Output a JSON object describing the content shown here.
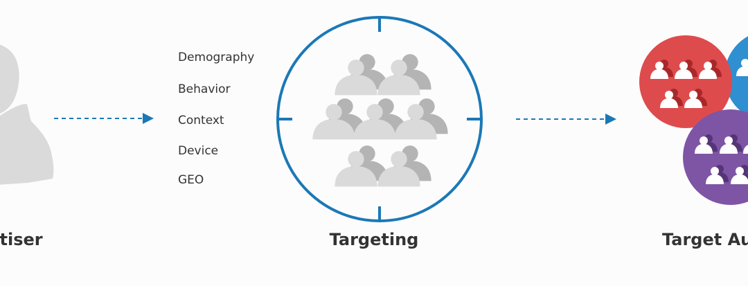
{
  "stages": {
    "advertiser": {
      "label": "Advertiser"
    },
    "targeting": {
      "label": "Targeting"
    },
    "target_audience": {
      "label": "Target Audience"
    }
  },
  "criteria": [
    "Demography",
    "Behavior",
    "Context",
    "Device",
    "GEO"
  ],
  "colors": {
    "accent": "#1b78b6",
    "person_light": "#dadada",
    "person_dark": "#b4b4b4",
    "cluster_red": "#de4b4d",
    "cluster_blue": "#2f8fd0",
    "cluster_purple": "#7e55a5"
  }
}
